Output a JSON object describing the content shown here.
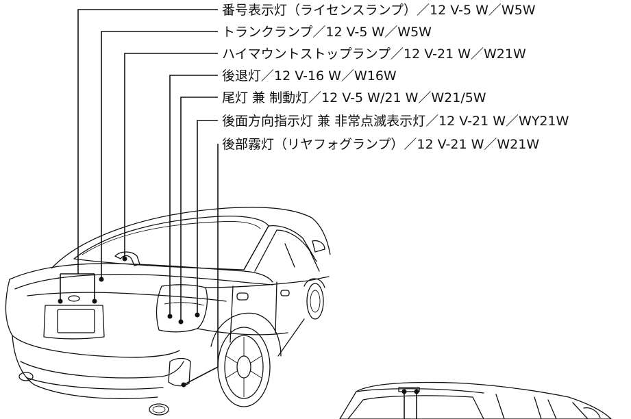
{
  "callouts": [
    {
      "id": "license-plate-lamp",
      "label": "番号表示灯（ライセンスランプ）／12 V-5 W／W5W"
    },
    {
      "id": "trunk-lamp",
      "label": "トランクランプ／12 V-5 W／W5W"
    },
    {
      "id": "high-mount-stop-lamp",
      "label": "ハイマウントストップランプ／12 V-21 W／W21W"
    },
    {
      "id": "back-up-lamp",
      "label": "後退灯／12 V-16 W／W16W"
    },
    {
      "id": "tail-stop-lamp",
      "label": "尾灯 兼 制動灯／12 V-5 W/21 W／W21/5W"
    },
    {
      "id": "rear-turn-hazard-lamp",
      "label": "後面方向指示灯 兼 非常点滅表示灯／12 V-21 W／WY21W"
    },
    {
      "id": "rear-fog-lamp",
      "label": "後部霧灯（リヤフォグランプ）／12 V-21 W／W21W"
    }
  ],
  "colors": {
    "ink": "#111111",
    "background": "#ffffff"
  }
}
